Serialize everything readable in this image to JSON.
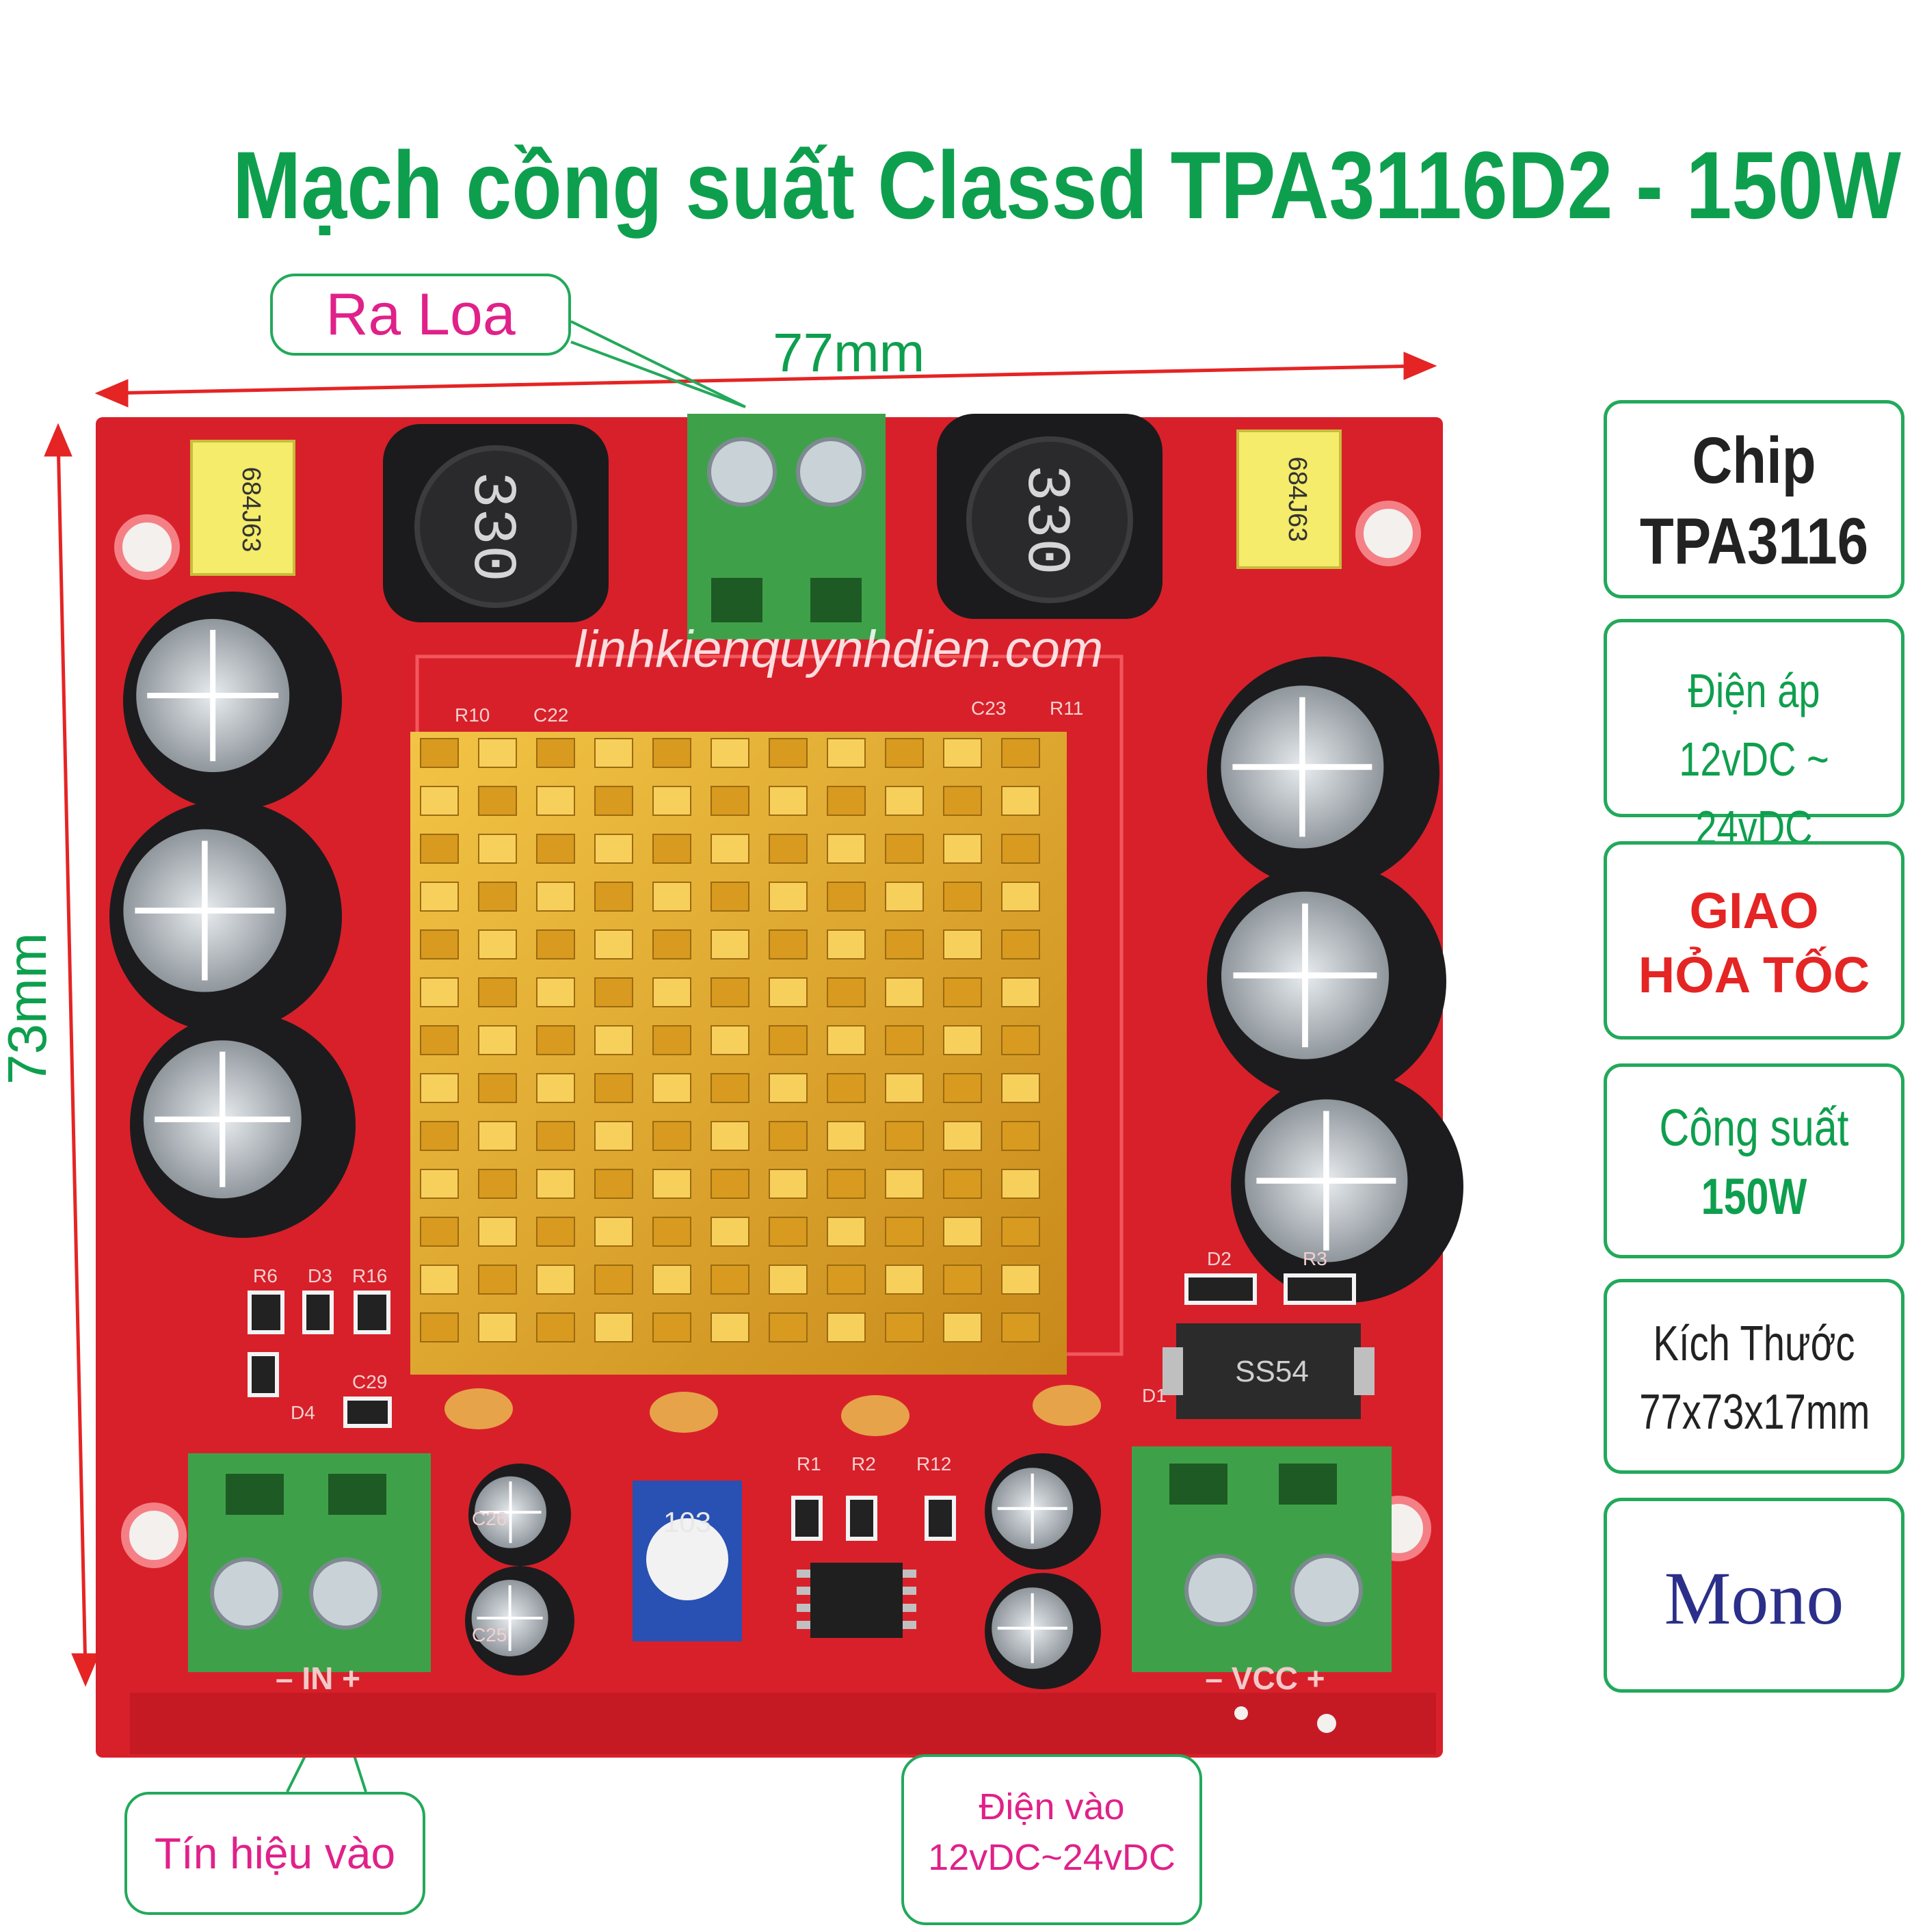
{
  "title": "Mạch cồng suất Classd TPA3116D2 - 150W",
  "callouts": {
    "ra_loa": "Ra Loa",
    "tin_hieu": "Tín hiệu vào",
    "dien_vao_1": "Điện vào",
    "dien_vao_2": "12vDC~24vDC"
  },
  "dimensions": {
    "width": "77mm",
    "height": "73mm"
  },
  "watermark": "linhkienquynhdien.com",
  "panels": {
    "chip_1": "Chip",
    "chip_2": "TPA3116",
    "voltage_1": "Điện áp",
    "voltage_2": "12vDC ~ 24vDC",
    "shipping_1": "GIAO",
    "shipping_2": "HỎA TỐC",
    "power_1": "Công suất",
    "power_2": "150W",
    "size_1": "Kích Thước",
    "size_2": "77x73x17mm",
    "mode": "Mono"
  },
  "board_labels": {
    "inductor": "330",
    "film_cap": "684J63",
    "diode": "SS54",
    "trimmer": "103",
    "in_terminal": "–  IN  +",
    "vcc_terminal": "–  VCC  +",
    "r10": "R10",
    "c22": "C22",
    "c23": "C23",
    "r11": "R11",
    "r6": "R6",
    "d3": "D3",
    "r16": "R16",
    "c29": "C29",
    "d4": "D4",
    "d2": "D2",
    "r3": "R3",
    "d1": "D1",
    "r1": "R1",
    "r2": "R2",
    "r12": "R12",
    "c25": "C25",
    "c26": "C26"
  },
  "colors": {
    "pcb": "#d8202a",
    "heatsink": "#e3a722",
    "terminal": "#3ea14a",
    "green_text": "#0e9f4e",
    "pink_text": "#e0218a",
    "red_text": "#e52424",
    "mono_text": "#2b2f8a"
  }
}
